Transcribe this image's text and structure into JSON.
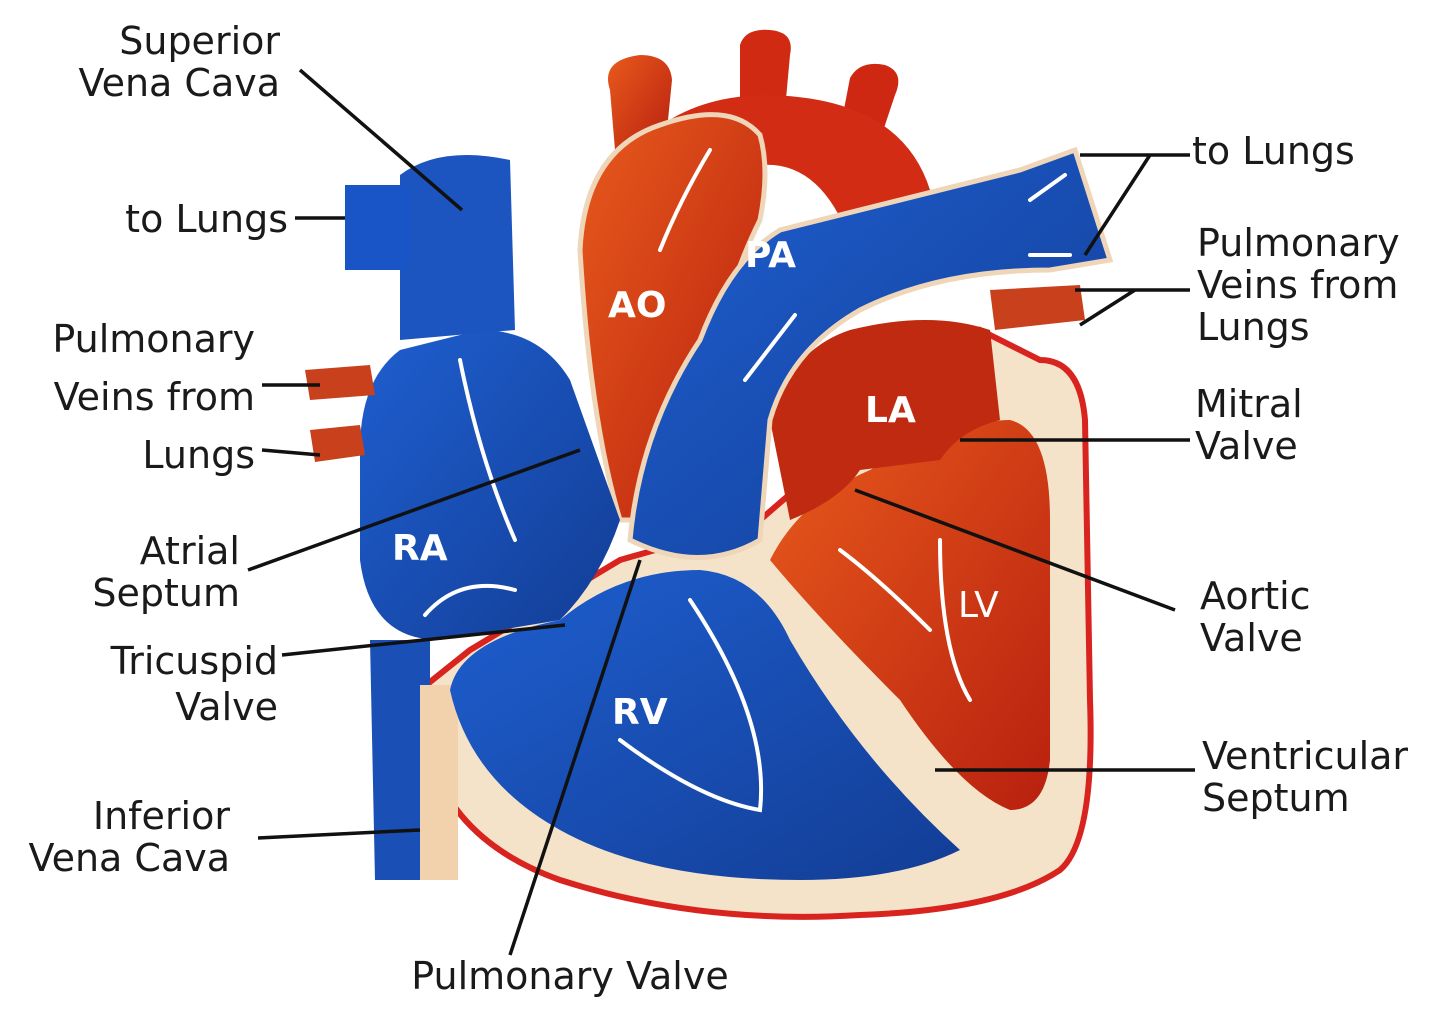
{
  "labels": {
    "superior_vena_cava": [
      "Superior",
      "Vena Cava"
    ],
    "to_lungs_left": "to Lungs",
    "pulmonary_veins_left": [
      "Pulmonary",
      "Veins from",
      "Lungs"
    ],
    "atrial_septum": [
      "Atrial",
      "Septum"
    ],
    "tricuspid_valve": [
      "Tricuspid",
      "Valve"
    ],
    "inferior_vena_cava": [
      "Inferior",
      "Vena Cava"
    ],
    "pulmonary_valve": "Pulmonary Valve",
    "to_lungs_right": "to Lungs",
    "pulmonary_veins_right": [
      "Pulmonary",
      "Veins from",
      "Lungs"
    ],
    "mitral_valve": [
      "Mitral",
      "Valve"
    ],
    "aortic_valve": [
      "Aortic",
      "Valve"
    ],
    "ventricular_septum": [
      "Ventricular",
      "Septum"
    ]
  },
  "chambers": {
    "ao": "AO",
    "pa": "PA",
    "ra": "RA",
    "rv": "RV",
    "la": "LA",
    "lv": "LV"
  },
  "colors": {
    "deoxygenated": "#1a4fb5",
    "oxygenated": "#d8401a",
    "wall": "#f4e3c8",
    "outline": "#d8231f",
    "leader": "#111111"
  }
}
